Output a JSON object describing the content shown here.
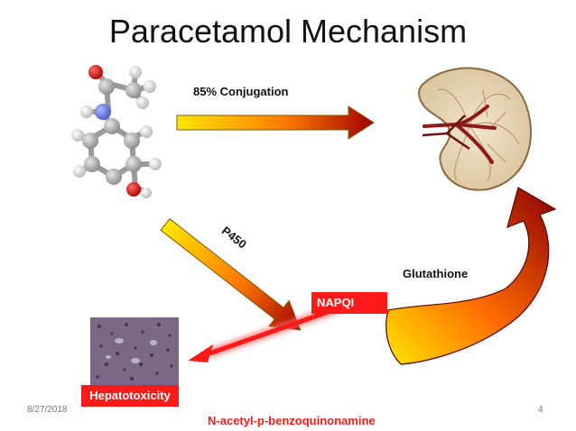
{
  "slide": {
    "title": "Paracetamol Mechanism",
    "date": "8/27/2018",
    "page_number": "4"
  },
  "labels": {
    "conjugation": "85% Conjugation",
    "p450": "P450",
    "glutathione": "Glutathione",
    "napqi": "NAPQI",
    "hepatotoxicity": "Hepatotoxicity",
    "napqi_full_name": "N-acetyl-p-benzoquinonamine"
  },
  "colors": {
    "arrow_start": "#ffe600",
    "arrow_end": "#a00000",
    "red_accent": "#ff1a1a"
  }
}
